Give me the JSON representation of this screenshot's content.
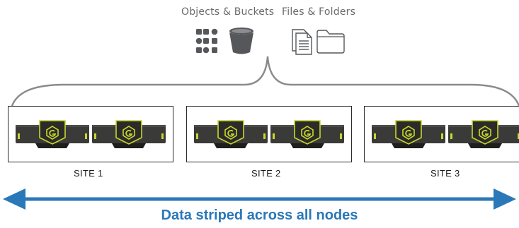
{
  "labels": {
    "objects_buckets": "Objects & Buckets",
    "files_folders": "Files & Folders"
  },
  "sites": [
    {
      "label": "SITE 1"
    },
    {
      "label": "SITE 2"
    },
    {
      "label": "SITE 3"
    }
  ],
  "caption": "Data striped across all nodes",
  "icons": {
    "objects": "objects-grid-icon",
    "bucket": "bucket-icon",
    "files": "files-icon",
    "folder": "folder-icon",
    "node": "storage-node"
  },
  "colors": {
    "accent": "#2a78b8",
    "node_body": "#3a3b38",
    "node_highlight": "#c9d62a",
    "icon_gray": "#55575a",
    "brace": "#8a8a8a"
  }
}
